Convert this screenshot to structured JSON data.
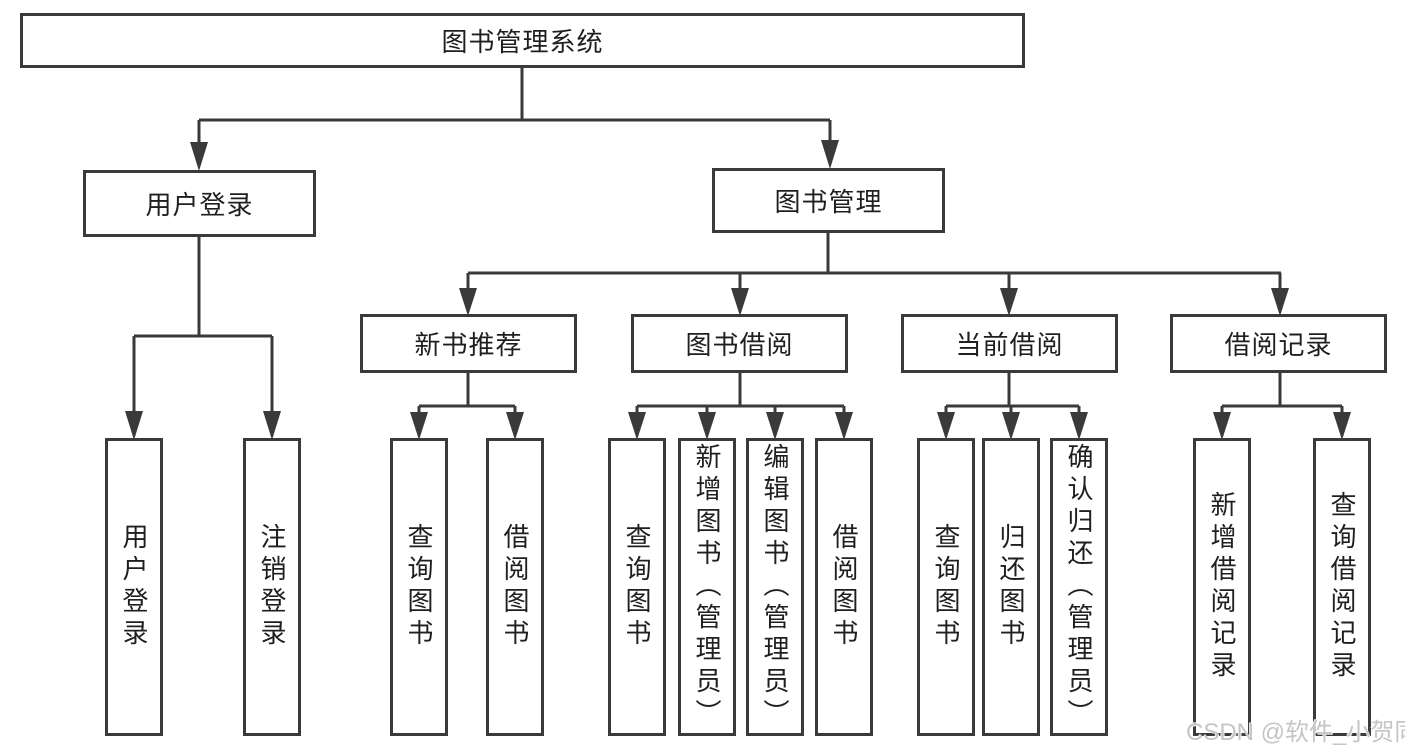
{
  "diagram": {
    "root": {
      "label": "图书管理系统"
    },
    "level2": [
      {
        "label": "用户登录"
      },
      {
        "label": "图书管理"
      }
    ],
    "level3": [
      {
        "label": "新书推荐"
      },
      {
        "label": "图书借阅"
      },
      {
        "label": "当前借阅"
      },
      {
        "label": "借阅记录"
      }
    ],
    "leaves": {
      "user_login": [
        {
          "label": "用户登录"
        },
        {
          "label": "注销登录"
        }
      ],
      "new_book": [
        {
          "label": "查询图书"
        },
        {
          "label": "借阅图书"
        }
      ],
      "book_borrow": [
        {
          "label": "查询图书"
        },
        {
          "label": "新增图书（管理员）"
        },
        {
          "label": "编辑图书（管理员）"
        },
        {
          "label": "借阅图书"
        }
      ],
      "current_borrow": [
        {
          "label": "查询图书"
        },
        {
          "label": "归还图书"
        },
        {
          "label": "确认归还（管理员）"
        }
      ],
      "borrow_record": [
        {
          "label": "新增借阅记录"
        },
        {
          "label": "查询借阅记录"
        }
      ]
    }
  },
  "watermark": {
    "text": "CSDN @软件_小贺同学"
  },
  "colors": {
    "line": "#3a3a3a",
    "box_background": "#ffffff",
    "text": "#1f1f1f",
    "watermark": "#c5c5c5"
  }
}
